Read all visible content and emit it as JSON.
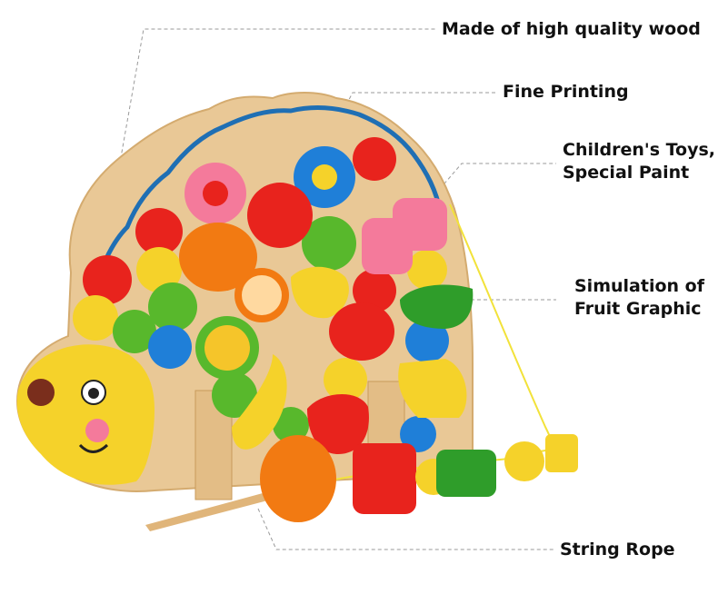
{
  "callouts": {
    "wood": "Made of high quality wood",
    "printing": "Fine Printing",
    "paint_line1": "Children's Toys,",
    "paint_line2": "Special Paint",
    "fruit_line1": "Simulation of",
    "fruit_line2": "Fruit Graphic",
    "rope": "String Rope"
  },
  "colors": {
    "wood": "#e9c896",
    "groove": "#1f6fb4",
    "yellow": "#f5d22a",
    "red": "#e8231d",
    "green": "#58b82c",
    "blue": "#1f7fd8",
    "orange": "#f27a12",
    "pink": "#f47a9b",
    "string": "#f2e23a"
  }
}
